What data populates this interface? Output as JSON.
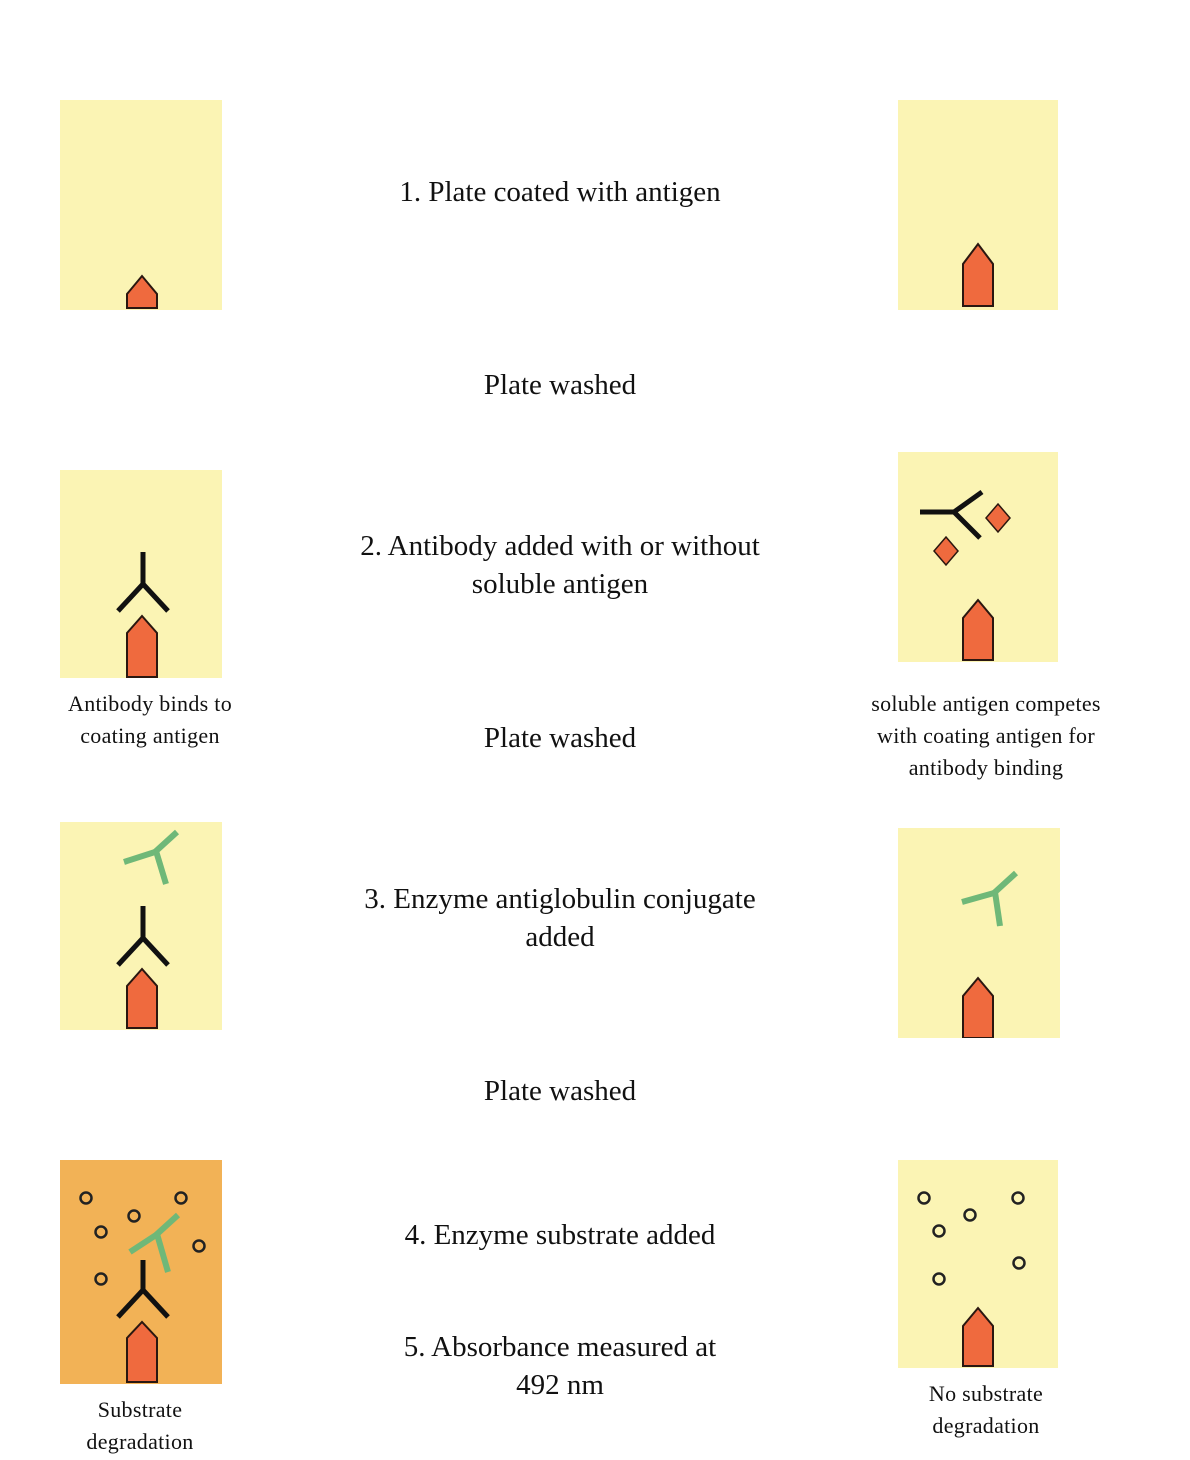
{
  "colors": {
    "well_fill": "#fbf4b4",
    "well_reacted_fill": "#f2b256",
    "antigen_fill": "#ef6a3e",
    "antigen_stroke": "#2a1710",
    "primary_antibody": "#111111",
    "enzyme_conjugate": "#6fb878",
    "substrate_ring": "#222222"
  },
  "steps": {
    "step1": "1. Plate coated with antigen",
    "wash1": "Plate washed",
    "step2_line1": "2. Antibody added with or without",
    "step2_line2": "soluble antigen",
    "wash2": "Plate washed",
    "step3_line1": "3. Enzyme antiglobulin conjugate",
    "step3_line2": "added",
    "wash3": "Plate washed",
    "step4": "4. Enzyme substrate added",
    "step5_line1": "5. Absorbance measured at",
    "step5_line2": "492 nm"
  },
  "captions": {
    "left_binding_line1": "Antibody binds to",
    "left_binding_line2": "coating antigen",
    "right_competition_line1": "soluble antigen competes",
    "right_competition_line2": "with coating antigen for",
    "right_competition_line3": "antibody binding",
    "left_result_line1": "Substrate",
    "left_result_line2": "degradation",
    "right_result_line1": "No substrate",
    "right_result_line2": "degradation"
  },
  "icons": {
    "antigen": "pentagon-arrow-icon",
    "antibody": "y-shaped-antibody-icon",
    "conjugate": "enzyme-conjugate-icon",
    "soluble_antigen": "diamond-icon",
    "substrate": "small-ring-icon"
  }
}
